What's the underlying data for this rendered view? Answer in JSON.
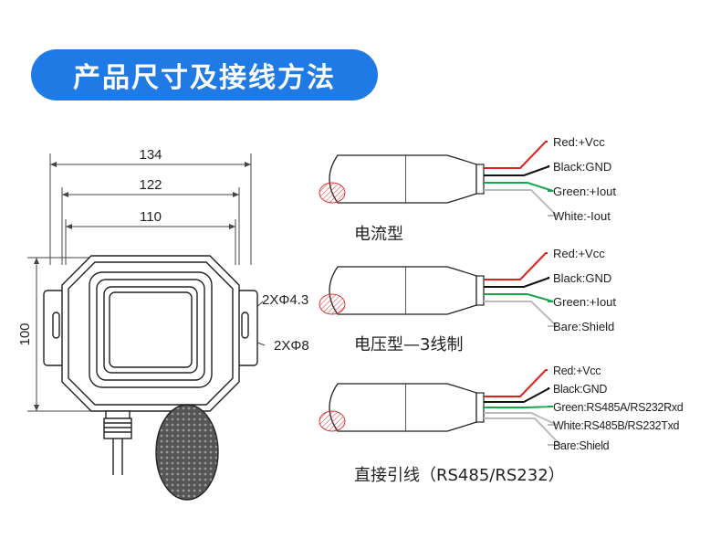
{
  "header": {
    "title": "产品尺寸及接线方法"
  },
  "dimensions": {
    "w1": "134",
    "w2": "122",
    "w3": "110",
    "height": "100",
    "hole_small": "2XΦ4.3",
    "hole_large": "2XΦ8"
  },
  "wiring": [
    {
      "name": "电流型",
      "wires": [
        {
          "label": "Red:+Vcc",
          "color": "#e0201a"
        },
        {
          "label": "Black:GND",
          "color": "#111111"
        },
        {
          "label": "Green:+Iout",
          "color": "#1aa64a"
        },
        {
          "label": "White:-Iout",
          "color": "#bbbbbb"
        }
      ]
    },
    {
      "name": "电压型—3线制",
      "wires": [
        {
          "label": "Red:+Vcc",
          "color": "#e0201a"
        },
        {
          "label": "Black:GND",
          "color": "#111111"
        },
        {
          "label": "Green:+Iout",
          "color": "#1aa64a"
        },
        {
          "label": "Bare:Shield",
          "color": "#bbbbbb"
        }
      ]
    },
    {
      "name": "直接引线（RS485/RS232）",
      "wires": [
        {
          "label": "Red:+Vcc",
          "color": "#e0201a"
        },
        {
          "label": "Black:GND",
          "color": "#111111"
        },
        {
          "label": "Green:RS485A/RS232Rxd",
          "color": "#1aa64a"
        },
        {
          "label": "White:RS485B/RS232Txd",
          "color": "#bbbbbb"
        },
        {
          "label": "Bare:Shield",
          "color": "#bbbbbb"
        }
      ]
    }
  ]
}
